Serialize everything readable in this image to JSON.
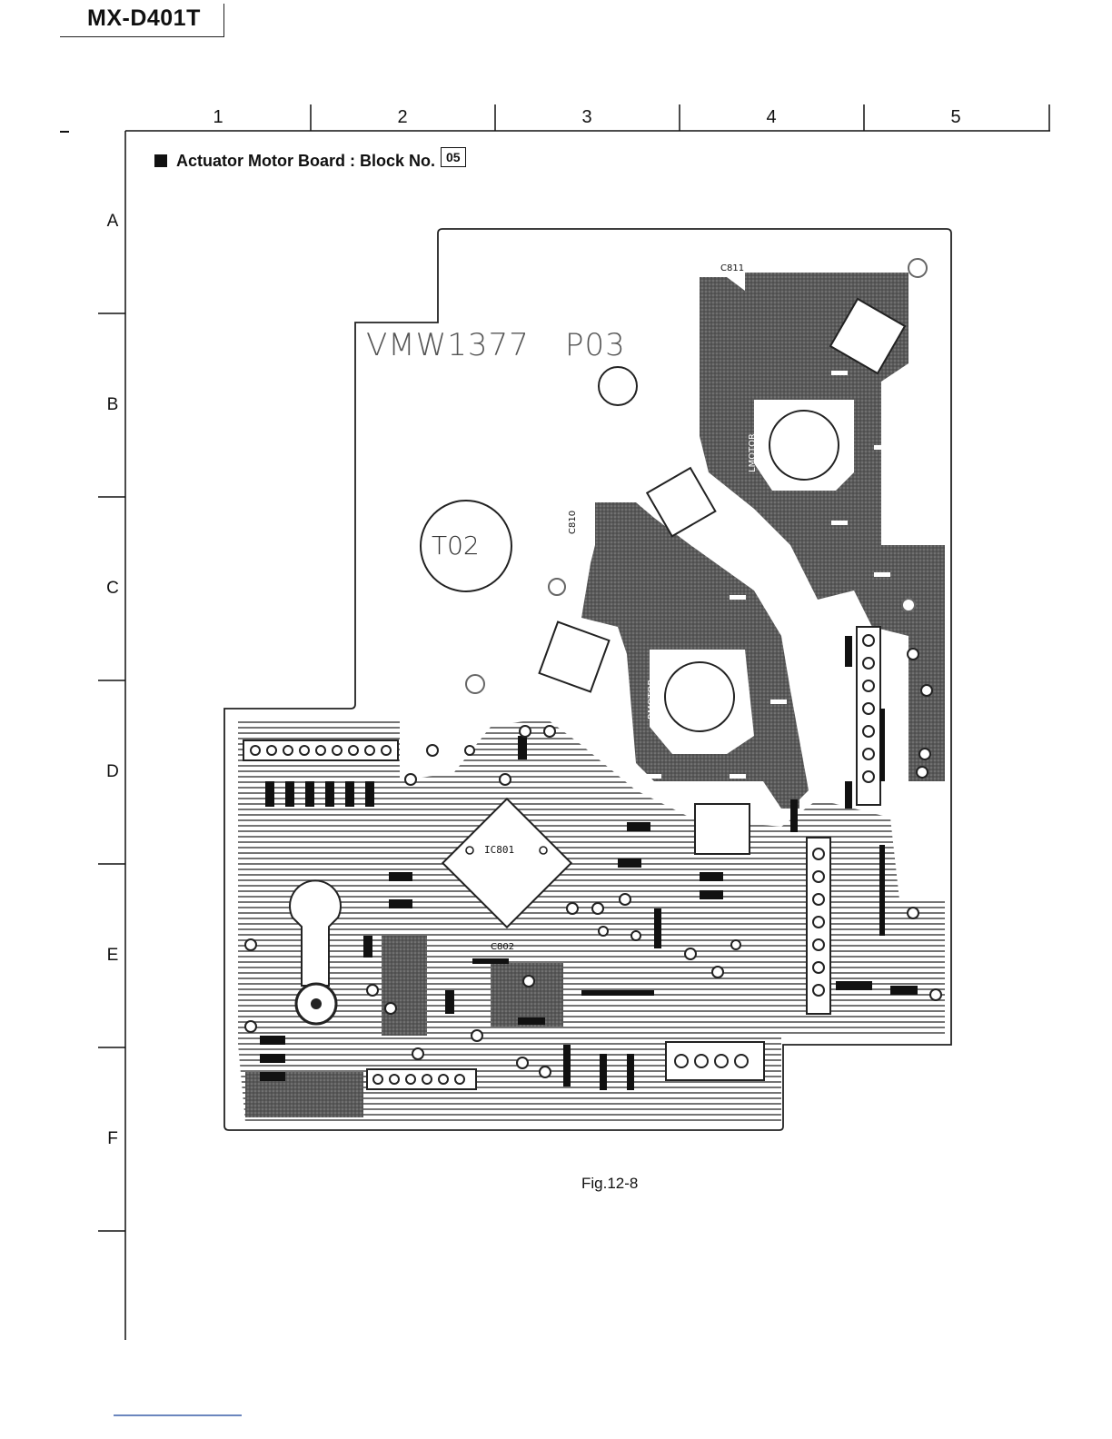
{
  "header": {
    "model": "MX-D401T"
  },
  "grid": {
    "columns": [
      "1",
      "2",
      "3",
      "4",
      "5"
    ],
    "rows": [
      "A",
      "B",
      "C",
      "D",
      "E",
      "F"
    ]
  },
  "section": {
    "title": "Actuator Motor Board : Block No.",
    "block_no": "05"
  },
  "board": {
    "pcb_code": "VMW1377",
    "revision": "P03",
    "transformer": "T02",
    "ic": "IC801",
    "lmotor": "LMOTOR",
    "rmotor": "RMOTOR",
    "cap_c811": "C811",
    "cap_c810": "C810",
    "cap_c802": "C802"
  },
  "figure": {
    "caption": "Fig.12-8"
  },
  "colors": {
    "ink": "#111111",
    "copper": "#4a4a4a",
    "copper_light": "#6e6e6e",
    "board": "#ffffff"
  }
}
